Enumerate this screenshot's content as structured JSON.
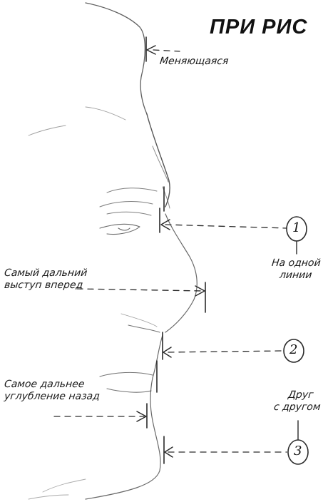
{
  "title": "ПРИ РИС",
  "labels": {
    "changing": "Меняющаяся",
    "farthest_forward_line1": "Самый дальний",
    "farthest_forward_line2": "выступ вперед",
    "farthest_back_line1": "Самое дальнее",
    "farthest_back_line2": "углубление назад",
    "same_line_line1": "На одной",
    "same_line_line2": "линии",
    "each_other_line1": "Друг",
    "each_other_line2": "с другом"
  },
  "markers": [
    "1",
    "2",
    "3"
  ]
}
